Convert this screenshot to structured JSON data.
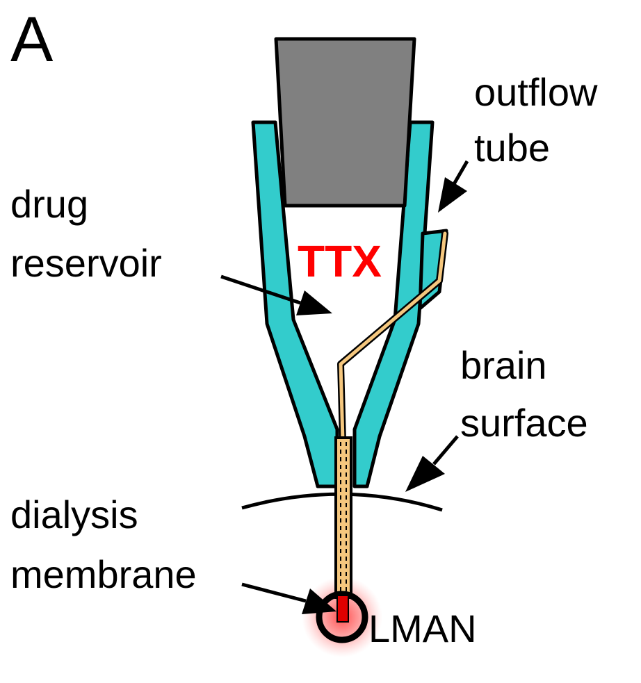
{
  "panel_label": "A",
  "labels": {
    "outflow_tube": [
      "outflow",
      "tube"
    ],
    "drug_reservoir": [
      "drug",
      "reservoir"
    ],
    "drug": "TTX",
    "brain_surface": [
      "brain",
      "surface"
    ],
    "dialysis_membrane": [
      "dialysis",
      "membrane"
    ],
    "target_region": "LMAN"
  },
  "colors": {
    "cannula_wall": "#33cccc",
    "piston": "#808080",
    "tubing": "#f5c77e",
    "drug_text": "#ff0000",
    "membrane_tip": "#e00000",
    "outline": "#000000"
  }
}
